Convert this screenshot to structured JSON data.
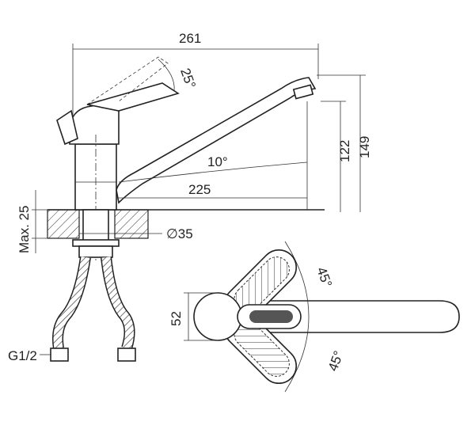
{
  "dimensions": {
    "overall_length": "261",
    "handle_angle": "25°",
    "spout_angle": "10°",
    "total_height": "149",
    "spout_height": "122",
    "spout_reach": "225",
    "max_countertop": "Max. 25",
    "hole_diameter": "∅35",
    "body_width": "52",
    "rotation_left": "45°",
    "rotation_right": "45°",
    "thread": "G1/2"
  }
}
